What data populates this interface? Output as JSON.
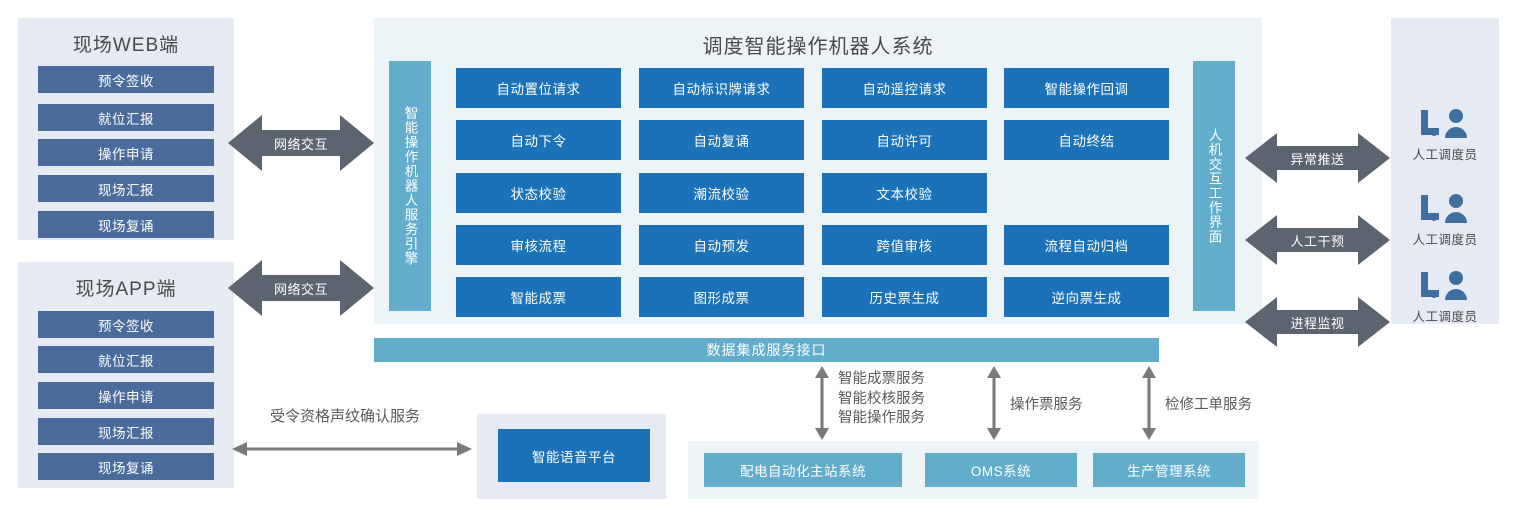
{
  "diagram_title": "调度智能操作机器人系统",
  "left_clients": [
    {
      "title": "现场WEB端",
      "buttons": [
        "预令签收",
        "就位汇报",
        "操作申请",
        "现场汇报",
        "现场复诵"
      ]
    },
    {
      "title": "现场APP端",
      "buttons": [
        "预令签收",
        "就位汇报",
        "操作申请",
        "现场汇报",
        "现场复诵"
      ]
    }
  ],
  "network_arrows": [
    {
      "label": "网络交互"
    },
    {
      "label": "网络交互"
    }
  ],
  "engine_bar": {
    "label": "智能操作机器人服务引擎"
  },
  "hmi_bar": {
    "label": "人机交互工作界面"
  },
  "function_grid": {
    "rows": [
      [
        "自动置位请求",
        "自动标识牌请求",
        "自动遥控请求",
        "智能操作回调"
      ],
      [
        "自动下令",
        "自动复诵",
        "自动许可",
        "自动终结"
      ],
      [
        "状态校验",
        "潮流校验",
        "文本校验",
        ""
      ],
      [
        "审核流程",
        "自动预发",
        "跨值审核",
        "流程自动归档"
      ],
      [
        "智能成票",
        "图形成票",
        "历史票生成",
        "逆向票生成"
      ]
    ]
  },
  "hmi_arrows": [
    {
      "label": "异常推送"
    },
    {
      "label": "人工干预"
    },
    {
      "label": "进程监视"
    }
  ],
  "operators": [
    {
      "label": "人工调度员",
      "icon": "operator-desk-icon"
    },
    {
      "label": "人工调度员",
      "icon": "operator-desk-icon"
    },
    {
      "label": "人工调度员",
      "icon": "operator-desk-icon"
    }
  ],
  "integration_bar": {
    "label": "数据集成服务接口"
  },
  "service_labels": [
    {
      "text": "智能成票服务\n智能校核服务\n智能操作服务"
    },
    {
      "text": "操作票服务"
    },
    {
      "text": "检修工单服务"
    }
  ],
  "external_systems": [
    "配电自动化主站系统",
    "OMS系统",
    "生产管理系统"
  ],
  "voice": {
    "arrow_label": "受令资格声纹确认服务",
    "platform_label": "智能语音平台"
  },
  "colors": {
    "client_button": "#4a6b9c",
    "function_cell": "#1b72b8",
    "teal": "#62adcb",
    "panel_grey": "#e6eaf2",
    "panel_light": "#ecf4f7",
    "arrow_grey": "#5c6470",
    "thin_arrow": "#7a7a7a"
  }
}
